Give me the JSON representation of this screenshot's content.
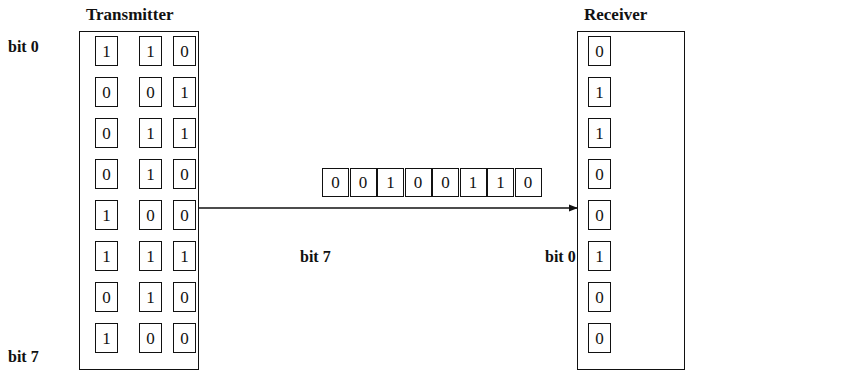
{
  "diagram": {
    "nodes": [
      {
        "text": [
          "Transmitter"
        ]
      },
      {
        "text": [
          "1"
        ],
        "in": 0
      },
      {
        "text": [
          "0"
        ],
        "in": 0
      },
      {
        "text": [
          "0"
        ],
        "in": 0
      },
      {
        "text": [
          "0"
        ],
        "in": 0
      },
      {
        "text": [
          "1"
        ],
        "in": 0
      },
      {
        "text": [
          "1"
        ],
        "in": 0
      },
      {
        "text": [
          "0"
        ],
        "in": 0
      },
      {
        "text": [
          "1"
        ],
        "in": 0
      },
      {
        "text": [
          "1"
        ],
        "in": 0
      },
      {
        "text": [
          "0"
        ],
        "in": 0
      },
      {
        "text": [
          "1"
        ],
        "in": 0
      },
      {
        "text": [
          "1"
        ],
        "in": 0
      },
      {
        "text": [
          "0"
        ],
        "in": 0
      },
      {
        "text": [
          "1"
        ],
        "in": 0
      },
      {
        "text": [
          "1"
        ],
        "in": 0
      },
      {
        "text": [
          "0"
        ],
        "in": 0
      },
      {
        "text": [
          "0"
        ],
        "in": 0
      },
      {
        "text": [
          "1"
        ],
        "in": 0
      },
      {
        "text": [
          "1"
        ],
        "in": 0
      },
      {
        "text": [
          "0"
        ],
        "in": 0
      },
      {
        "text": [
          "0"
        ],
        "in": 0
      },
      {
        "text": [
          "1"
        ],
        "in": 0
      },
      {
        "text": [
          "0"
        ],
        "in": 0
      },
      {
        "text": [
          "0"
        ],
        "in": 0
      },
      {
        "text": [
          "0"
        ]
      },
      {
        "text": [
          "0"
        ]
      },
      {
        "text": [
          "1"
        ]
      },
      {
        "text": [
          "0"
        ]
      },
      {
        "text": [
          "0"
        ]
      },
      {
        "text": [
          "1"
        ]
      },
      {
        "text": [
          "1"
        ]
      },
      {
        "text": [
          "0"
        ]
      },
      {
        "text": [
          "Receiver"
        ]
      },
      {
        "text": [
          "0"
        ],
        "in": 33
      },
      {
        "text": [
          "1"
        ],
        "in": 33
      },
      {
        "text": [
          "1"
        ],
        "in": 33
      },
      {
        "text": [
          "0"
        ],
        "in": 33
      },
      {
        "text": [
          "0"
        ],
        "in": 33
      },
      {
        "text": [
          "1"
        ],
        "in": 33
      },
      {
        "text": [
          "0"
        ],
        "in": 33
      },
      {
        "text": [
          "0"
        ],
        "in": 33
      }
    ],
    "edges": [
      {
        "from": 0,
        "to": 33,
        "arrow": "to"
      }
    ],
    "labels": [
      "bit 0",
      "bit 7",
      "bit 7",
      "bit 0"
    ]
  }
}
